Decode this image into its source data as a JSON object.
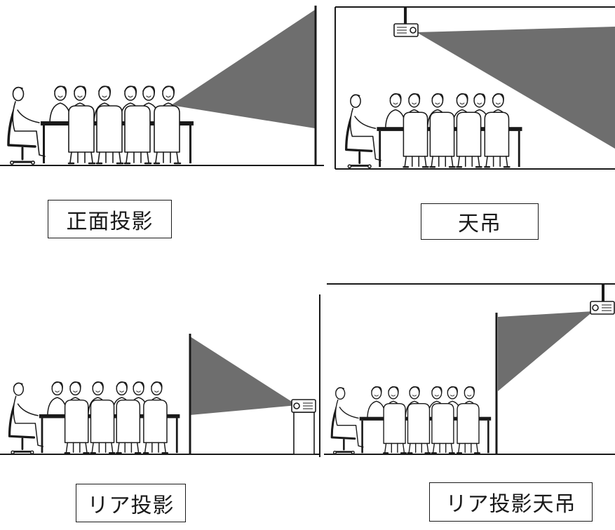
{
  "labels": {
    "front": "正面投影",
    "ceiling": "天吊",
    "rear": "リア投影",
    "rear_ceiling": "リア投影天吊"
  },
  "colors": {
    "beam": "#6e6e6e",
    "line": "#1a1a1a",
    "background": "#ffffff"
  }
}
